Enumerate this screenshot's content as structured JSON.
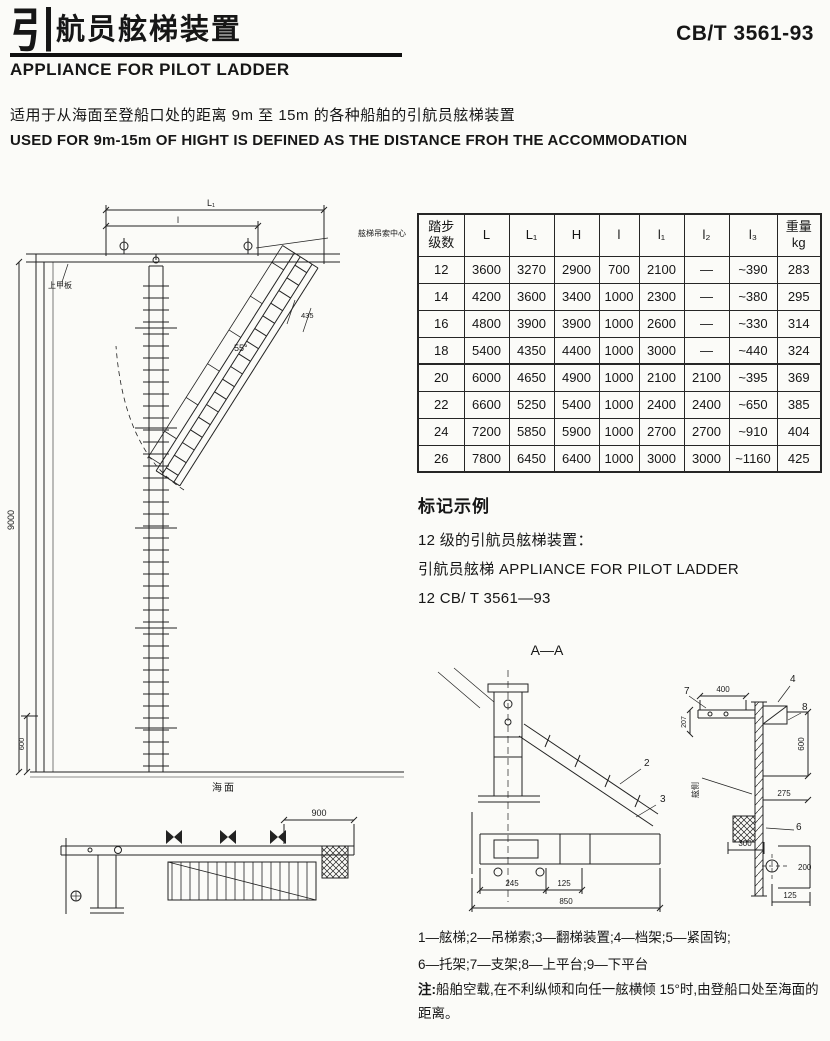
{
  "header": {
    "title_big": "引",
    "title_rest": "航员舷梯装置",
    "title_en": "APPLIANCE FOR PILOT LADDER",
    "standard_no": "CB/T 3561-93"
  },
  "intro": {
    "zh": "适用于从海面至登船口处的距离 9m 至 15m 的各种船舶的引航员舷梯装置",
    "en": "USED FOR 9m-15m OF HIGHT IS DEFINED AS THE DISTANCE FROH THE ACCOMMODATION"
  },
  "table": {
    "headers": [
      "踏步\n级数",
      "L",
      "L₁",
      "H",
      "l",
      "l₁",
      "l₂",
      "l₃",
      "重量\nkg"
    ],
    "rows": [
      [
        "12",
        "3600",
        "3270",
        "2900",
        "700",
        "2100",
        "—",
        "~390",
        "283"
      ],
      [
        "14",
        "4200",
        "3600",
        "3400",
        "1000",
        "2300",
        "—",
        "~380",
        "295"
      ],
      [
        "16",
        "4800",
        "3900",
        "3900",
        "1000",
        "2600",
        "—",
        "~330",
        "314"
      ],
      [
        "18",
        "5400",
        "4350",
        "4400",
        "1000",
        "3000",
        "—",
        "~440",
        "324"
      ],
      [
        "20",
        "6000",
        "4650",
        "4900",
        "1000",
        "2100",
        "2100",
        "~395",
        "369"
      ],
      [
        "22",
        "6600",
        "5250",
        "5400",
        "1000",
        "2400",
        "2400",
        "~650",
        "385"
      ],
      [
        "24",
        "7200",
        "5850",
        "5900",
        "1000",
        "2700",
        "2700",
        "~910",
        "404"
      ],
      [
        "26",
        "7800",
        "6450",
        "6400",
        "1000",
        "3000",
        "3000",
        "~1160",
        "425"
      ]
    ]
  },
  "marking": {
    "title": "标记示例",
    "line1": "12 级的引航员舷梯装置：",
    "line2": "引航员舷梯 APPLIANCE FOR PILOT LADDER",
    "line3": "12 CB/ T 3561—93"
  },
  "drawings": {
    "main": {
      "dim_L1": "L₁",
      "dim_l": "l",
      "dim_435": "435",
      "angle_55": "55°",
      "label_davit_center": "舷梯吊索中心",
      "label_upper_deck": "上甲板",
      "dim_9000": "9000",
      "dim_600": "600",
      "label_sea": "海面",
      "dim_900": "900"
    },
    "section_aa": {
      "title": "A—A",
      "callouts": {
        "c2": "2",
        "c3": "3"
      },
      "dims": {
        "d245": "245",
        "d125": "125",
        "d850": "850"
      }
    },
    "detail": {
      "callouts": {
        "c7": "7",
        "c4": "4",
        "c8": "8",
        "c6": "6"
      },
      "dims": {
        "d400": "400",
        "d207": "207",
        "d600": "600",
        "d275": "275",
        "d300": "300",
        "d200": "200",
        "d125": "125"
      },
      "label_shipside": "舷侧"
    }
  },
  "legend": {
    "line1": "1—舷梯;2—吊梯索;3—翻梯装置;4—档架;5—紧固钩;",
    "line2": "6—托架;7—支架;8—上平台;9—下平台"
  },
  "note": {
    "prefix": "注:",
    "body": "船舶空载,在不利纵倾和向任一舷横倾 15°时,由登船口处至海面的距离。"
  }
}
